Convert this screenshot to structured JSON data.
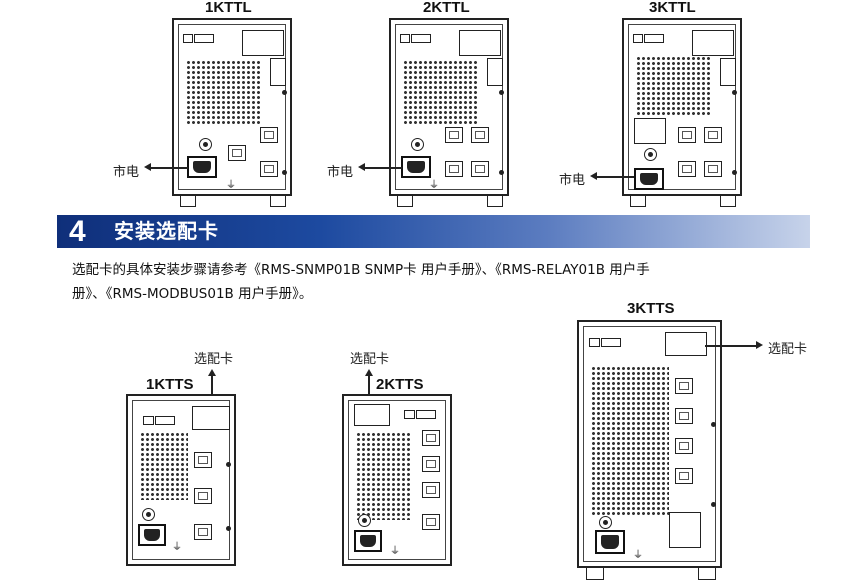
{
  "top_row": {
    "models": [
      "1KTTL",
      "2KTTL",
      "3KTTL"
    ],
    "mains_label": "市电"
  },
  "section": {
    "number": "4",
    "title": "安装选配卡",
    "banner_color_start": "#0f2f7a",
    "banner_color_end": "#c7d3ea",
    "paragraph_line1": "选配卡的具体安装步骤请参考《RMS-SNMP01B SNMP卡 用户手册》、《RMS-RELAY01B 用户手",
    "paragraph_line2": "册》、《RMS-MODBUS01B 用户手册》。"
  },
  "bottom_row": {
    "models": [
      "1KTTS",
      "2KTTS",
      "3KTTS"
    ],
    "option_card_label": "选配卡"
  },
  "icons": {
    "ground": "⏚"
  }
}
